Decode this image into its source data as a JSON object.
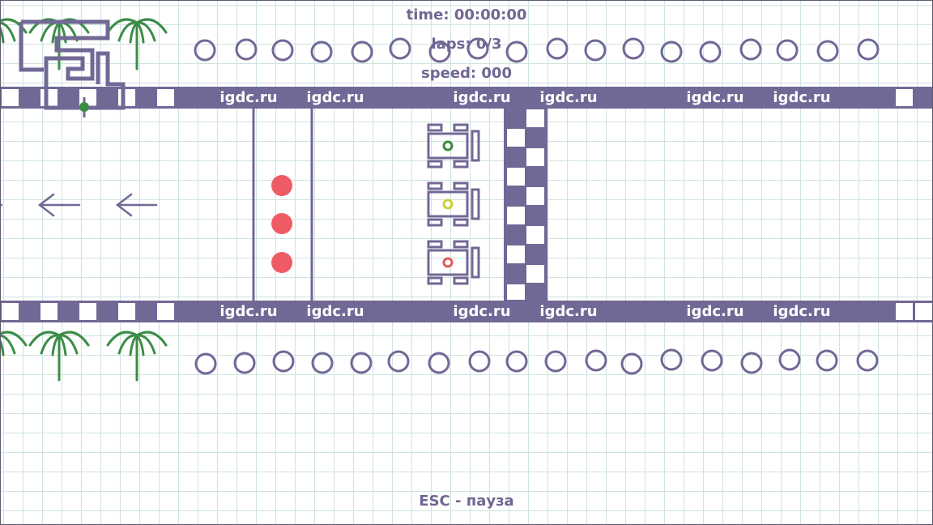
{
  "hud": {
    "time": "time: 00:00:00",
    "laps": "laps: 0/3",
    "speed": "speed: 000"
  },
  "hint": "ESC - пауза",
  "track": {
    "banner_text": "igdc.ru",
    "top_banners": [
      "igdc.ru",
      "igdc.ru",
      "igdc.ru",
      "igdc.ru",
      "igdc.ru",
      "igdc.ru"
    ],
    "bottom_banners": [
      "igdc.ru",
      "igdc.ru",
      "igdc.ru",
      "igdc.ru",
      "igdc.ru",
      "igdc.ru"
    ]
  },
  "start_lights": {
    "count": 3,
    "color": "#ef5b64"
  },
  "cars": [
    {
      "name": "car-green",
      "color": "#3a8a3a"
    },
    {
      "name": "car-yellow",
      "color": "#c8d23a"
    },
    {
      "name": "car-red",
      "color": "#e45a5a"
    }
  ],
  "colors": {
    "track": "#716896",
    "checker_light": "#ffffff",
    "palm": "#3c8c46",
    "tire_ring": "#716896"
  },
  "icons": [
    "palm-tree-icon",
    "tire-barrier-icon",
    "direction-arrow-icon",
    "minimap-icon"
  ]
}
